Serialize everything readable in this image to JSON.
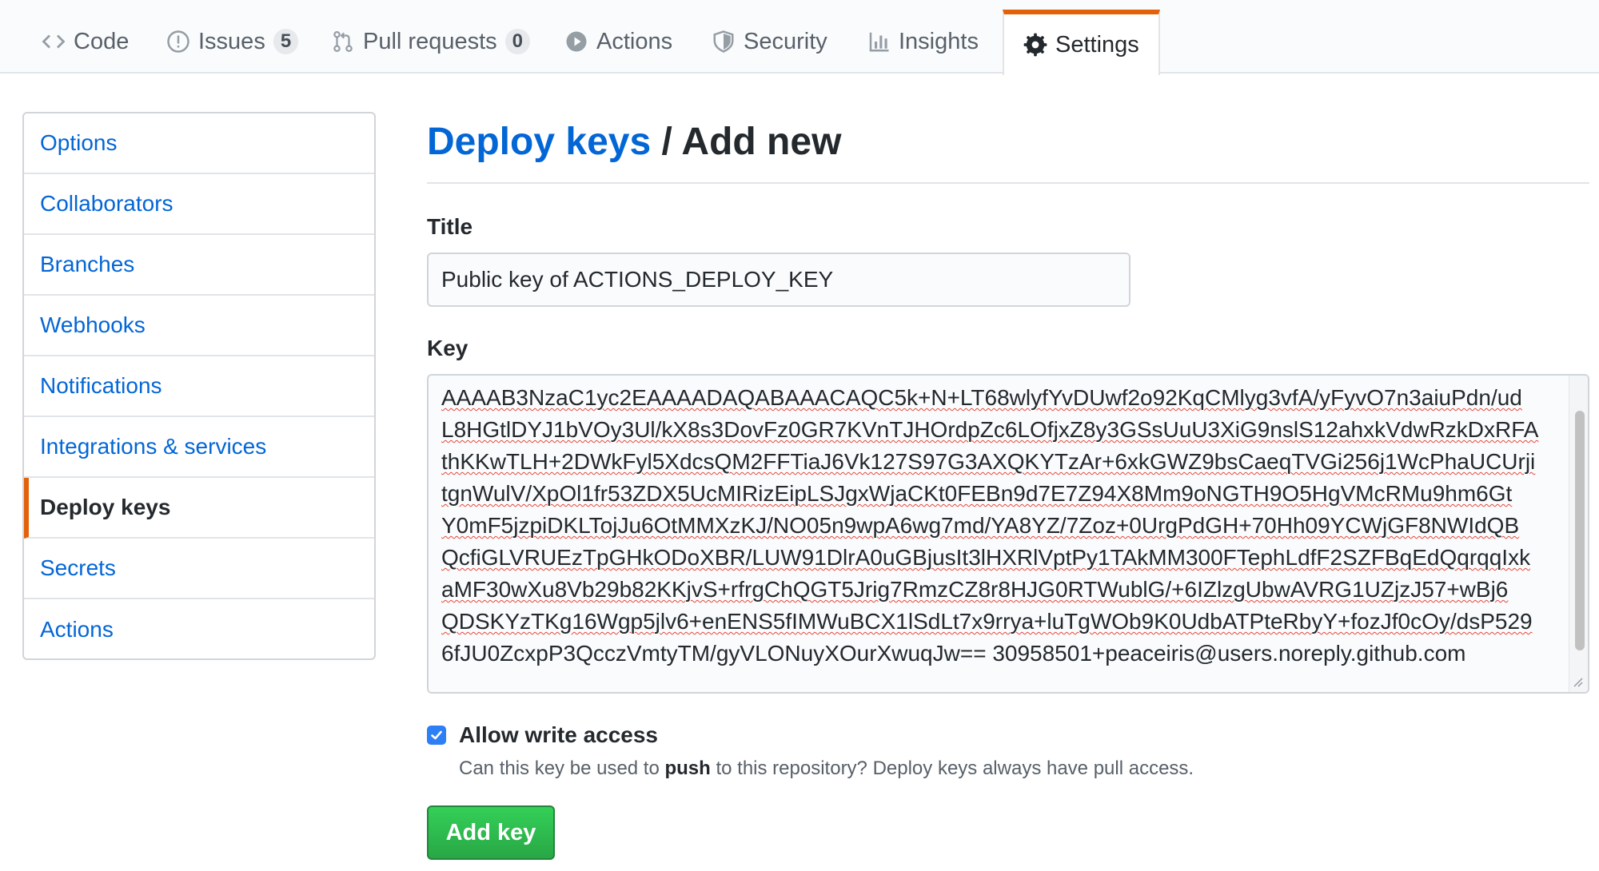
{
  "tabs": [
    {
      "label": "Code",
      "icon": "code-icon"
    },
    {
      "label": "Issues",
      "icon": "issue-opened-icon",
      "count": "5"
    },
    {
      "label": "Pull requests",
      "icon": "git-pull-request-icon",
      "count": "0"
    },
    {
      "label": "Actions",
      "icon": "play-icon"
    },
    {
      "label": "Security",
      "icon": "shield-icon"
    },
    {
      "label": "Insights",
      "icon": "graph-icon"
    },
    {
      "label": "Settings",
      "icon": "gear-icon",
      "selected": true
    }
  ],
  "sidebar": {
    "items": [
      {
        "label": "Options"
      },
      {
        "label": "Collaborators"
      },
      {
        "label": "Branches"
      },
      {
        "label": "Webhooks"
      },
      {
        "label": "Notifications"
      },
      {
        "label": "Integrations & services"
      },
      {
        "label": "Deploy keys",
        "selected": true
      },
      {
        "label": "Secrets"
      },
      {
        "label": "Actions"
      }
    ]
  },
  "main": {
    "heading_link": "Deploy keys",
    "heading_sep": "/",
    "heading_rest": "Add new",
    "title_label": "Title",
    "title_value": "Public key of ACTIONS_DEPLOY_KEY",
    "key_label": "Key",
    "key_lines": [
      "AAAAB3NzaC1yc2EAAAADAQABAAACAQC5k+N+LT68wlyfYvDUwf2o92KqCMlyg3vfA/yFyvO7n3aiuPdn/ud",
      "L8HGtlDYJ1bVOy3Ul/kX8s3DovFz0GR7KVnTJHOrdpZc6LOfjxZ8y3GSsUuU3XiG9nslS12ahxkVdwRzkDxRFA",
      "thKKwTLH+2DWkFyl5XdcsQM2FFTiaJ6Vk127S97G3AXQKYTzAr+6xkGWZ9bsCaeqTVGi256j1WcPhaUCUrji",
      "tgnWulV/XpOl1fr53ZDX5UcMIRizEipLSJgxWjaCKt0FEBn9d7E7Z94X8Mm9oNGTH9O5HgVMcRMu9hm6Gt",
      "Y0mF5jzpiDKLTojJu6OtMMXzKJ/NO05n9wpA6wg7md/YA8YZ/7Zoz+0UrgPdGH+70Hh09YCWjGF8NWIdQB",
      "QcfiGLVRUEzTpGHkODoXBR/LUW91DlrA0uGBjusIt3lHXRlVptPy1TAkMM300FTephLdfF2SZFBqEdQqrqqIxk",
      "aMF30wXu8Vb29b82KKjvS+rfrgChQGT5Jrig7RmzCZ8r8HJG0RTWublG/+6IZlzgUbwAVRG1UZjzJ57+wBj6",
      "QDSKYzTKg16Wgp5jlv6+enENS5fIMWuBCX1lSdLt7x9rrya+luTgWOb9K0UdbATPteRbyY+fozJf0cOy/dsP529",
      "6fJU0ZcxpP3QcczVmtyTM/gyVLONuyXOurXwuqJw== 30958501+peaceiris@users.noreply.github.com"
    ],
    "allow_write_label": "Allow write access",
    "allow_write_checked": true,
    "note_prefix": "Can this key be used to ",
    "note_bold": "push",
    "note_suffix": " to this repository? Deploy keys always have pull access.",
    "submit_label": "Add key"
  },
  "colors": {
    "link": "#0366d6",
    "accent_tab": "#e36209",
    "button_green": "#28a745",
    "checkbox_blue": "#2c7ff5"
  }
}
